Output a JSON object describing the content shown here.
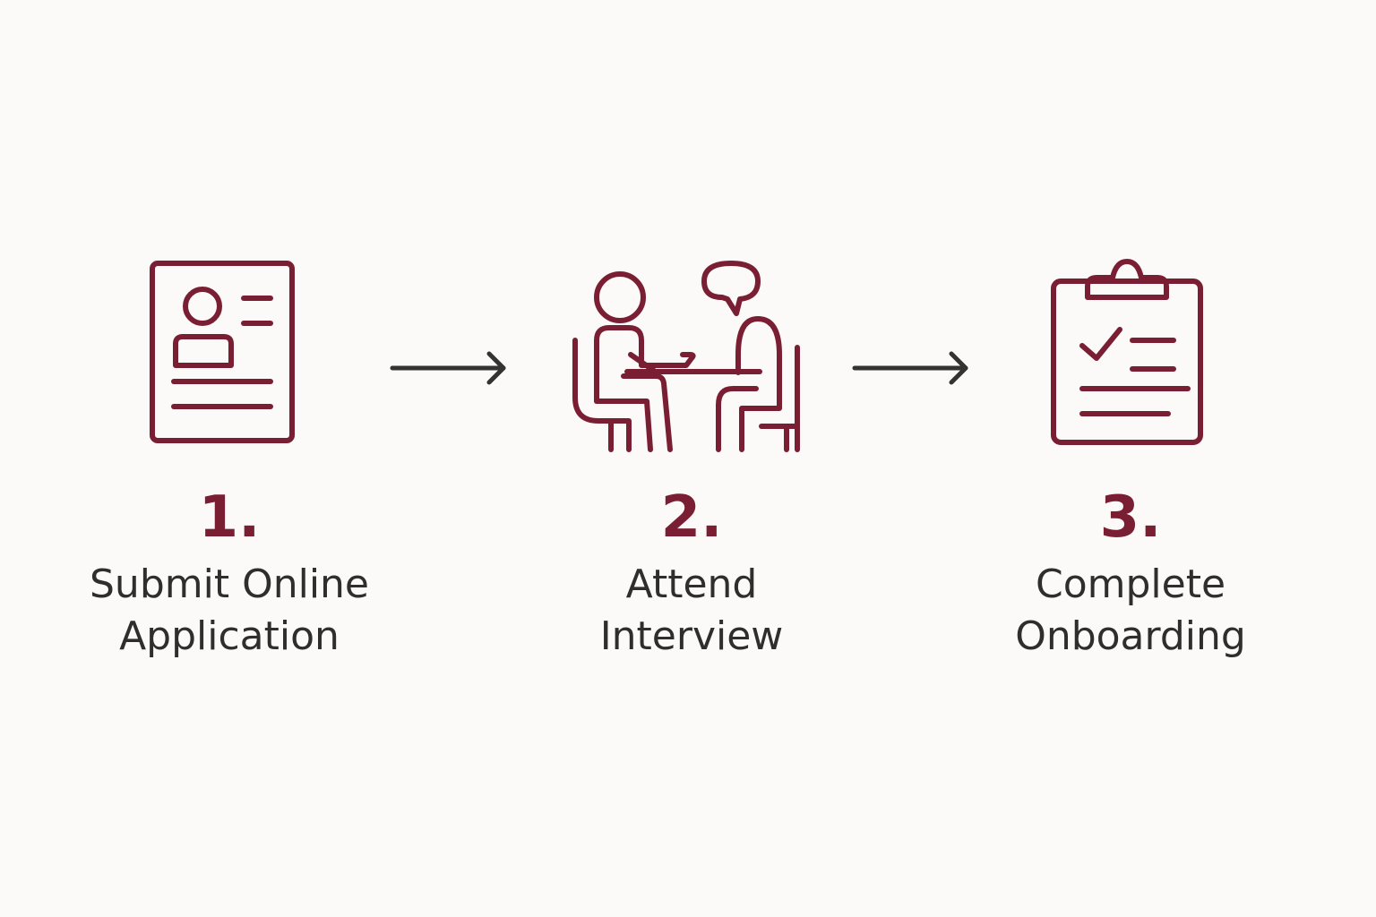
{
  "colors": {
    "background": "#fbfaf8",
    "accent": "#7a1f33",
    "text": "#2e2e2e",
    "arrow": "#333333"
  },
  "steps": [
    {
      "number": "1.",
      "label": "Submit Online\nApplication",
      "icon": "application-document-icon"
    },
    {
      "number": "2.",
      "label": "Attend\nInterview",
      "icon": "interview-icon"
    },
    {
      "number": "3.",
      "label": "Complete\nOnboarding",
      "icon": "checklist-clipboard-icon"
    }
  ],
  "connectors": [
    {
      "from": "1.",
      "to": "2.",
      "icon": "arrow-right-icon"
    },
    {
      "from": "2.",
      "to": "3.",
      "icon": "arrow-right-icon"
    }
  ]
}
